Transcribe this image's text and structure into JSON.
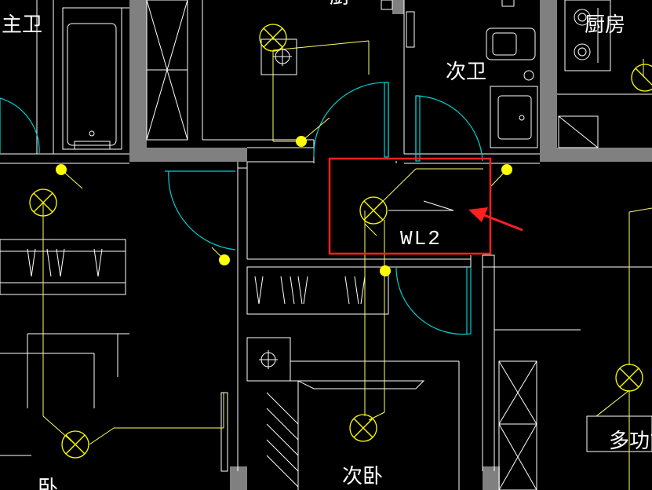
{
  "drawing": {
    "rooms": {
      "master_bath": "主卫",
      "secondary_bath": "次卫",
      "kitchen": "厨房",
      "secondary_bedroom": "次卧",
      "multi_function": "多功能",
      "partial_top": "厨",
      "partial_bottom": "卧"
    },
    "circuit_label": "WL2",
    "colors": {
      "background": "#000000",
      "walls": "#808080",
      "lines": "#ffffff",
      "wiring": "#ffff66",
      "door_arc": "#00d0d0",
      "fixture": "#ffff00",
      "highlight": "#ff2020"
    },
    "icons": [
      "light-fixture-icon",
      "wall-switch-icon",
      "arrow-icon"
    ]
  }
}
